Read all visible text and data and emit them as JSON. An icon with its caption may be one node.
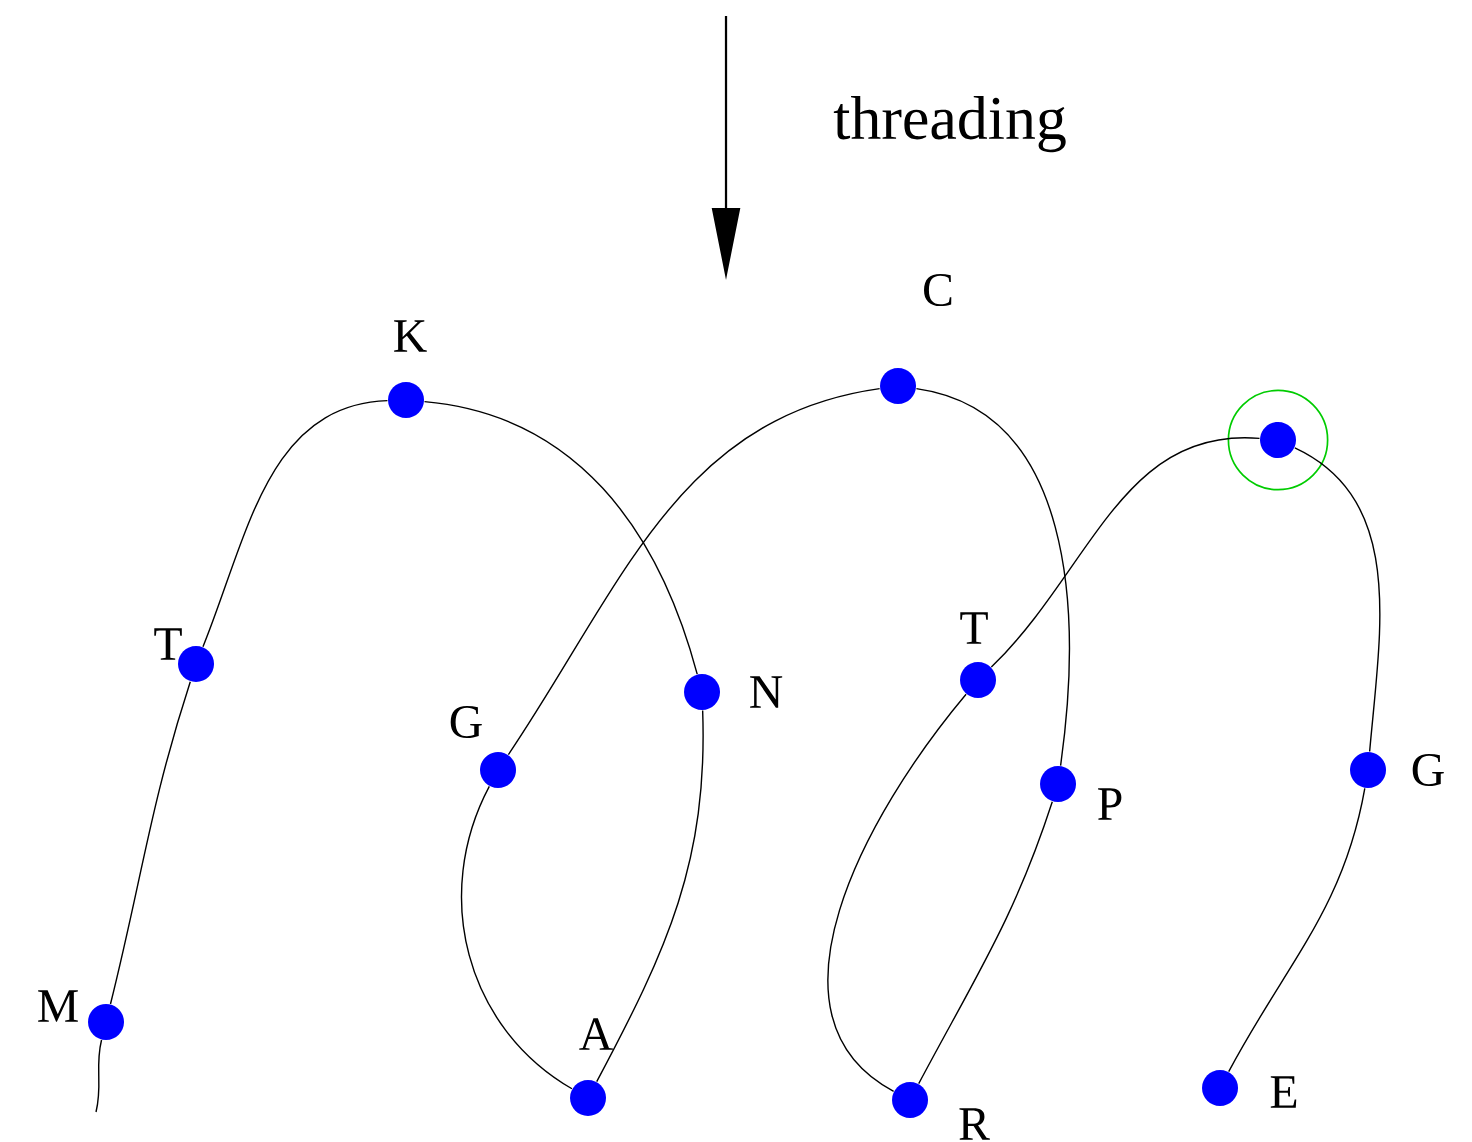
{
  "diagram": {
    "nodes": [
      {
        "text": [],
        "shape": "circle",
        "beside": [
          "M"
        ]
      },
      {
        "text": [],
        "shape": "circle",
        "beside": [
          "T"
        ]
      },
      {
        "text": [],
        "shape": "circle",
        "beside": [
          "K"
        ]
      },
      {
        "text": [],
        "shape": "circle",
        "beside": [
          "N"
        ]
      },
      {
        "text": [],
        "shape": "circle",
        "beside": [
          "A"
        ]
      },
      {
        "text": [],
        "shape": "circle",
        "beside": [
          "G"
        ]
      },
      {
        "text": [],
        "shape": "circle",
        "beside": [
          "C"
        ]
      },
      {
        "text": [],
        "shape": "circle",
        "beside": [
          "P"
        ]
      },
      {
        "text": [],
        "shape": "circle",
        "beside": [
          "R"
        ]
      },
      {
        "text": [],
        "shape": "circle",
        "beside": [
          "T"
        ]
      },
      {
        "text": [],
        "shape": "circle"
      },
      {
        "text": [],
        "shape": "circle",
        "beside": [
          "G"
        ]
      },
      {
        "text": [],
        "shape": "circle",
        "beside": [
          "E"
        ]
      }
    ],
    "edges": [
      {
        "from": null,
        "to": 0,
        "arrow": "none"
      },
      {
        "from": 0,
        "to": 1,
        "arrow": "none"
      },
      {
        "from": 1,
        "to": 2,
        "arrow": "none"
      },
      {
        "from": 2,
        "to": 3,
        "arrow": "none"
      },
      {
        "from": 3,
        "to": 4,
        "arrow": "none"
      },
      {
        "from": 4,
        "to": 5,
        "arrow": "none"
      },
      {
        "from": 5,
        "to": 6,
        "arrow": "none"
      },
      {
        "from": 6,
        "to": 7,
        "arrow": "none"
      },
      {
        "from": 7,
        "to": 8,
        "arrow": "none"
      },
      {
        "from": 8,
        "to": 9,
        "arrow": "none"
      },
      {
        "from": 9,
        "to": 10,
        "arrow": "none"
      },
      {
        "from": 10,
        "to": 11,
        "arrow": "none"
      },
      {
        "from": 11,
        "to": 12,
        "arrow": "none"
      }
    ],
    "labels": [
      "threading"
    ]
  }
}
